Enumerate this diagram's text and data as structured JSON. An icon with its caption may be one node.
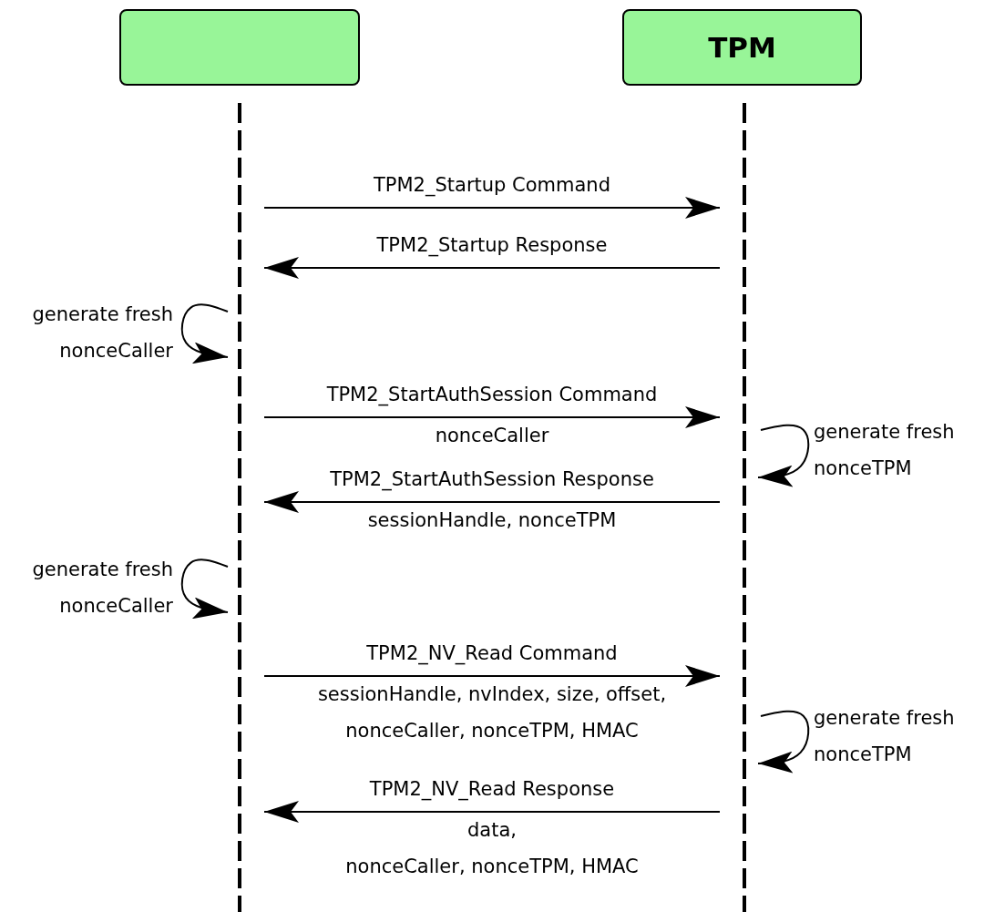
{
  "diagram": {
    "nodes": [
      {
        "text": [],
        "shape": "box"
      },
      {
        "text": [
          "TPM"
        ]
      },
      {
        "text": [],
        "shape": "bar"
      },
      {
        "text": [],
        "shape": "bar"
      }
    ],
    "edges": [
      {
        "from": 2,
        "to": 3,
        "arrow": "to",
        "label": "TPM2_Startup Command"
      },
      {
        "from": 3,
        "to": 2,
        "arrow": "to",
        "label": "TPM2_Startup Response"
      },
      {
        "from": 2,
        "to": 2,
        "arrow": "to",
        "label": "generate fresh nonceCaller"
      },
      {
        "from": 2,
        "to": 3,
        "arrow": "to",
        "label": "TPM2_StartAuthSession Command"
      },
      {
        "from": 3,
        "to": 3,
        "arrow": "to",
        "label": "generate fresh nonceTPM"
      },
      {
        "from": 3,
        "to": 2,
        "arrow": "to",
        "label": "TPM2_StartAuthSession Response"
      },
      {
        "from": 2,
        "to": 2,
        "arrow": "to",
        "label": "generate fresh nonceCaller"
      },
      {
        "from": 2,
        "to": 3,
        "arrow": "to",
        "label": "TPM2_NV_Read Command"
      },
      {
        "from": 3,
        "to": 3,
        "arrow": "to",
        "label": "generate fresh nonceTPM"
      },
      {
        "from": 3,
        "to": 2,
        "arrow": "to",
        "label": "TPM2_NV_Read Response"
      }
    ],
    "labels": [
      "nonceCaller",
      "sessionHandle, nonceTPM",
      "sessionHandle, nvIndex, size, offset, nonceCaller, nonceTPM, HMAC",
      "data,",
      "nonceCaller, nonceTPM, HMAC"
    ]
  }
}
